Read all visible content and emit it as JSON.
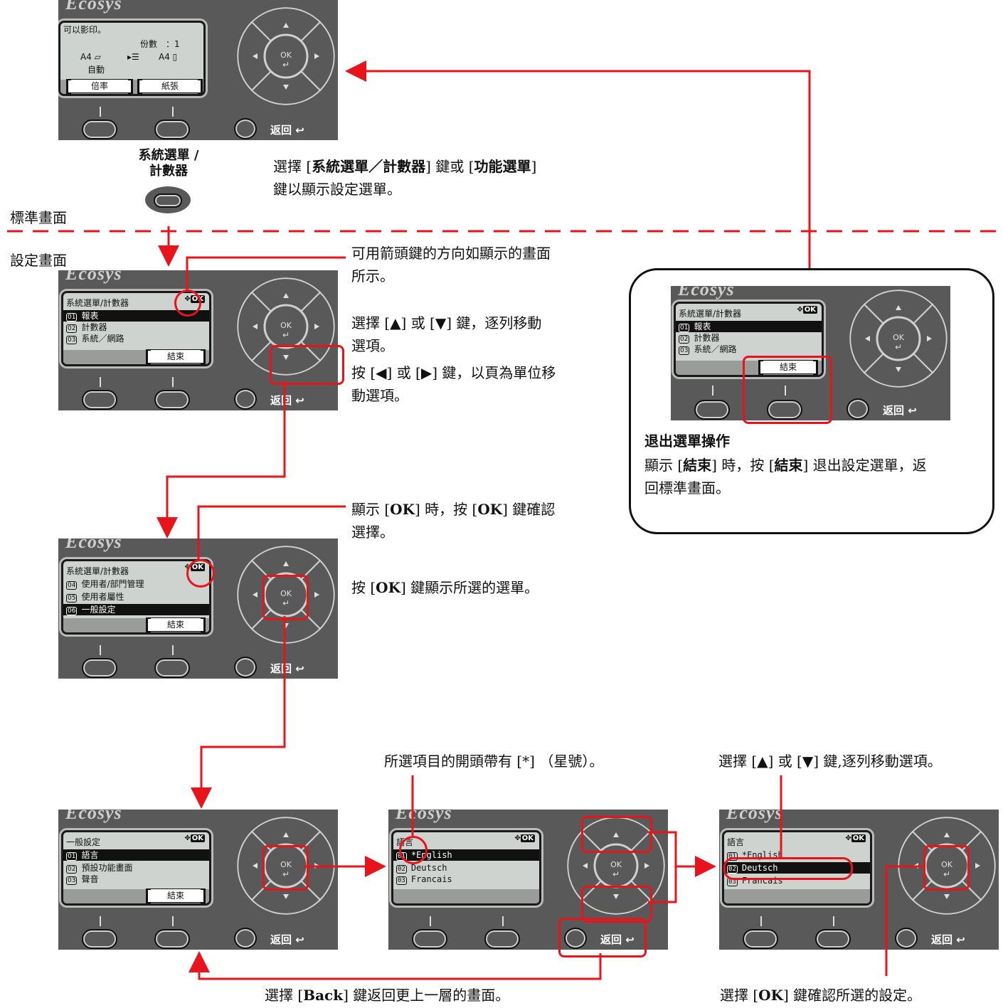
{
  "labels": {
    "standard": "標準畫面",
    "settings": "設定畫面"
  },
  "logo": "Ecosys",
  "system_key": {
    "label_line1": "系統選單 /",
    "label_line2": "計數器"
  },
  "back_label": "返回",
  "ok_label": "OK",
  "screen_top": {
    "line1": "可以影印。",
    "copies": "份數　：1",
    "paper_left": "A4",
    "paper_right": "A4",
    "auto": "自動",
    "soft1": "倍率",
    "soft2": "紙張"
  },
  "screen_menu1": {
    "title": "系統選單/計數器",
    "items": [
      {
        "num": "01",
        "label": "報表"
      },
      {
        "num": "02",
        "label": "計數器"
      },
      {
        "num": "03",
        "label": "系統／網路"
      }
    ],
    "soft": "結束"
  },
  "screen_menu2": {
    "title": "系統選單/計數器",
    "items": [
      {
        "num": "04",
        "label": "使用者/部門管理"
      },
      {
        "num": "05",
        "label": "使用者屬性"
      },
      {
        "num": "06",
        "label": "一般設定"
      }
    ],
    "soft": "結束"
  },
  "screen_general": {
    "title": "一般設定",
    "items": [
      {
        "num": "01",
        "label": "語言"
      },
      {
        "num": "02",
        "label": "預設功能畫面"
      },
      {
        "num": "03",
        "label": "聲音"
      }
    ],
    "soft": "結束"
  },
  "screen_lang1": {
    "title": "語言",
    "items": [
      {
        "num": "01",
        "label": "*English"
      },
      {
        "num": "02",
        "label": "Deutsch"
      },
      {
        "num": "03",
        "label": "Francais"
      }
    ]
  },
  "screen_lang2": {
    "title": "語言",
    "items": [
      {
        "num": "01",
        "label": "*English"
      },
      {
        "num": "02",
        "label": "Deutsch"
      },
      {
        "num": "03",
        "label": "Francais"
      }
    ]
  },
  "screen_exit": {
    "title": "系統選單/計數器",
    "items": [
      {
        "num": "01",
        "label": "報表"
      },
      {
        "num": "02",
        "label": "計數器"
      },
      {
        "num": "03",
        "label": "系統／網路"
      }
    ],
    "soft": "結束"
  },
  "text": {
    "select_key_a": "選擇 [",
    "sys_menu": "系統選單／計數器",
    "select_key_b": "] 鍵或 [",
    "func_menu": "功能選單",
    "select_key_c": "]",
    "select_key_line2": "鍵以顯示設定選單。",
    "arrow_dir_1": "可用箭頭鍵的方向如顯示的畫面",
    "arrow_dir_2": "所示。",
    "updown_1": "選擇 [▲] 或 [▼] 鍵，逐列移動",
    "updown_2": "選項。",
    "leftright_1": "按 [◀] 或 [▶] 鍵，以頁為單位移",
    "leftright_2": "動選項。",
    "ok_show_1a": "顯示 [",
    "ok_show_1b": "OK",
    "ok_show_1c": "] 時，按 [",
    "ok_show_1d": "OK",
    "ok_show_1e": "] 鍵確認",
    "ok_show_2": "選擇。",
    "press_ok_a": "按 [",
    "press_ok_b": "OK",
    "press_ok_c": "] 鍵顯示所選的選單。",
    "exit_title": "退出選單操作",
    "exit_1a": "顯示 [",
    "exit_1b": "結束",
    "exit_1c": "] 時，按 [",
    "exit_1d": "結束",
    "exit_1e": "] 退出設定選單，返",
    "exit_2": "回標準畫面。",
    "star_note": "所選項目的開頭帶有 [*] （星號）。",
    "select_row": "選擇 [▲] 或 [▼] 鍵,逐列移動選項。",
    "back_note_a": "選擇 [",
    "back_note_b": "Back",
    "back_note_c": "] 鍵返回更上一層的畫面。",
    "confirm_a": "選擇 [",
    "confirm_b": "OK",
    "confirm_c": "] 鍵確認所選的設定。"
  }
}
